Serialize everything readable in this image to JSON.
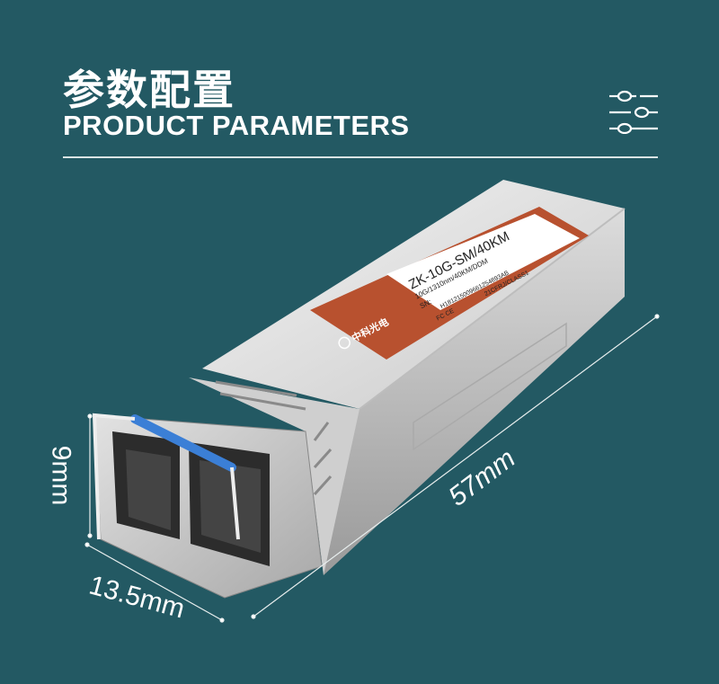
{
  "header": {
    "title_cn": "参数配置",
    "title_en": "PRODUCT PARAMETERS",
    "icon": "sliders-icon"
  },
  "product": {
    "label_model": "ZK-10G-SM/40KM",
    "label_spec": "10G/1310nm/40KM/DDM",
    "label_sn": "SN:",
    "label_serial": "H181215009661254893AB",
    "label_class": "21CFRJ/CLASS1",
    "label_cert": "FC CE",
    "brand": "中科光电",
    "label_color": "#b8512f",
    "latch_color": "#3b7fd6"
  },
  "dimensions": {
    "height": "9mm",
    "width": "13.5mm",
    "length": "57mm"
  }
}
